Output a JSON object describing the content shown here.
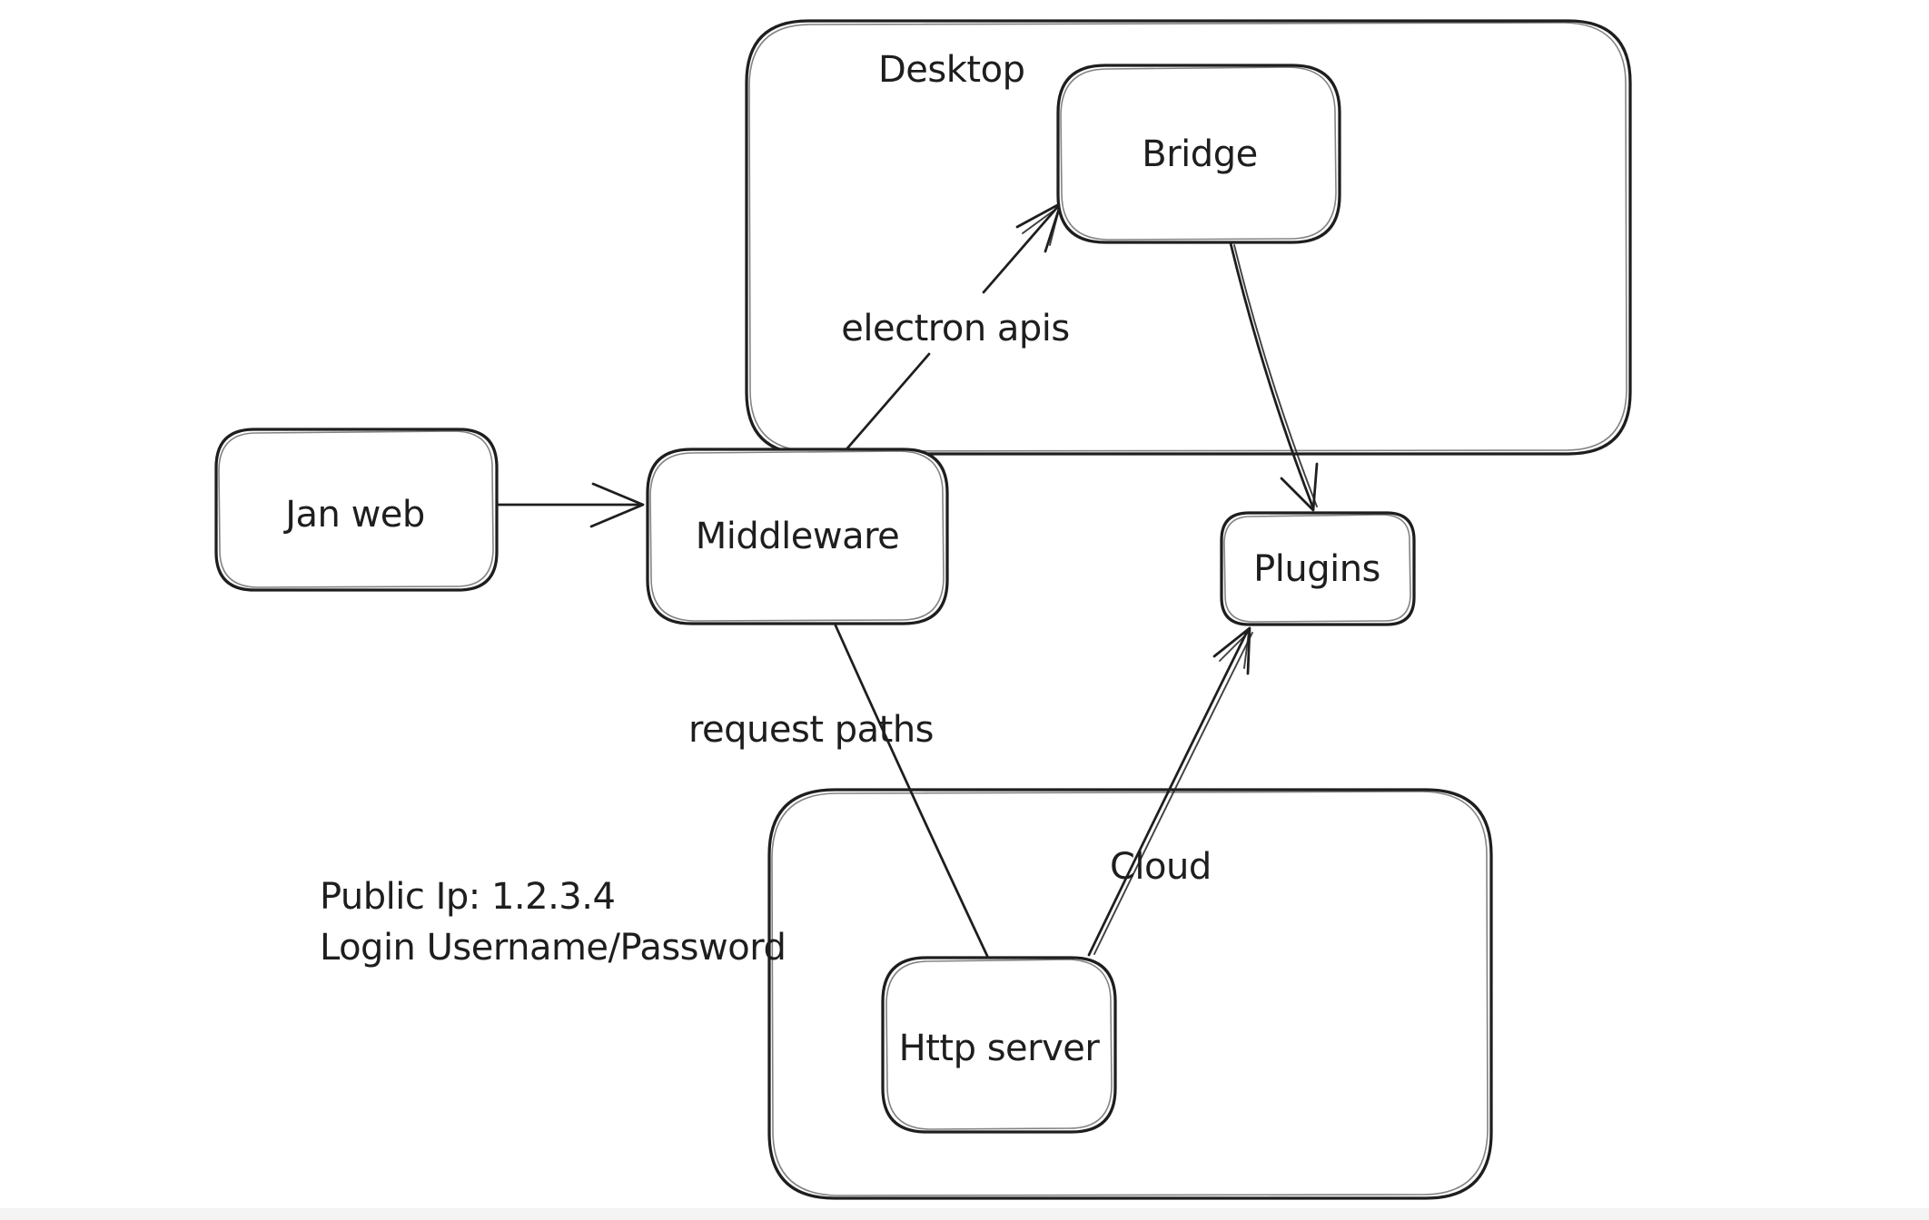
{
  "canvas": {
    "background": "#ffffff",
    "stroke_color": "#1e1e1e",
    "shape_fill": "#ffffff"
  },
  "diagram": {
    "containers": [
      {
        "label": "Desktop"
      },
      {
        "label": "Cloud"
      }
    ],
    "nodes": [
      {
        "label": "Jan web"
      },
      {
        "label": "Middleware"
      },
      {
        "label": "Bridge"
      },
      {
        "label": "Plugins"
      },
      {
        "label": "Http server"
      }
    ],
    "edges": [
      {
        "from": "Jan web",
        "to": "Middleware",
        "label": "",
        "arrowhead": true
      },
      {
        "from": "Middleware",
        "to": "Bridge",
        "label": "electron apis",
        "arrowhead": true
      },
      {
        "from": "Bridge",
        "to": "Plugins",
        "label": "",
        "arrowhead": true
      },
      {
        "from": "Middleware",
        "to": "Http server",
        "label": "request paths",
        "arrowhead": false
      },
      {
        "from": "Http server",
        "to": "Plugins",
        "label": "",
        "arrowhead": true
      }
    ],
    "annotations": [
      {
        "label": "Public Ip: 1.2.3.4"
      },
      {
        "label": "Login Username/Password"
      }
    ]
  }
}
